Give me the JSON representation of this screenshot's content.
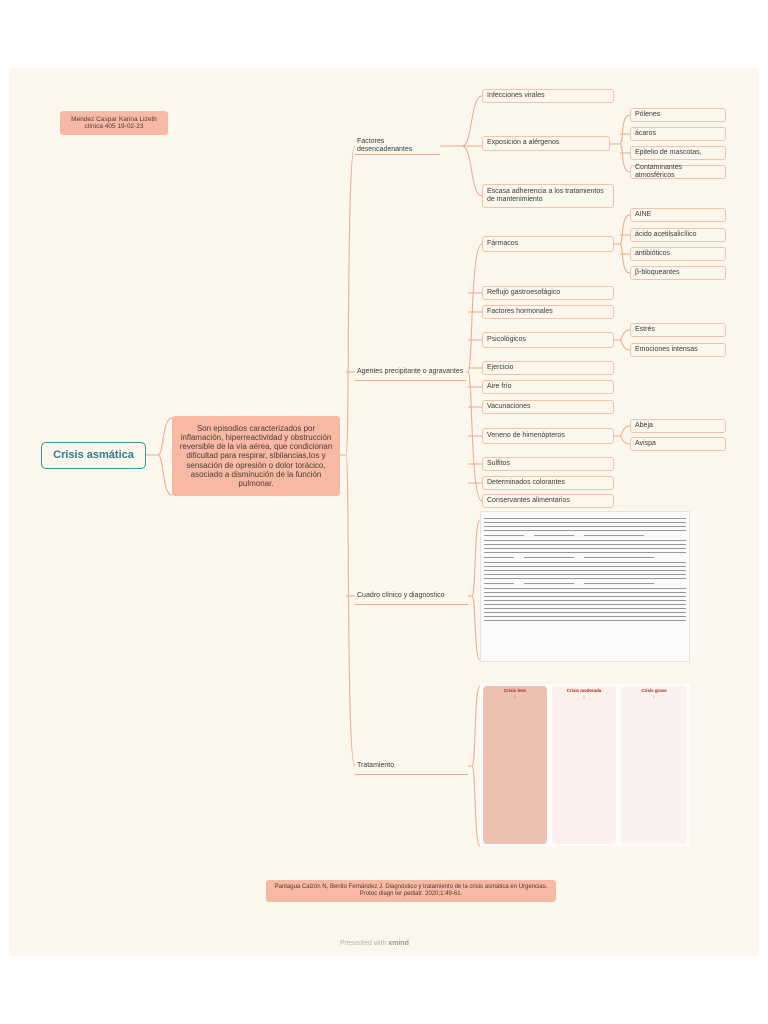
{
  "author": {
    "name": "Mendez Caspar Karina Lizeth",
    "clinic": "clínica 405 19-02-23"
  },
  "root": {
    "label": "Crisis asmática",
    "definition": "Son episodios caracterizados por inflamación, hiperreactividad y obstrucción reversible de la vía aérea, que condicionan dificultad para respirar, sibilancias,tos y sensación de opresión o dolor torácico, asociado a disminución de la función pulmonar."
  },
  "branches": {
    "factores": {
      "label": "Factores desencadenantes",
      "items": [
        "Infecciones virales",
        "Exposición a alérgenos",
        "Escasa adherencia a los tratamientos de mantenimiento"
      ],
      "alergenos": [
        "Pólenes",
        "ácaros",
        "Epitelio de mascotas,",
        "Contaminantes atmosféricos"
      ]
    },
    "agentes": {
      "label": "Agentes precipitante o agravantes",
      "farmacos": "Fármacos",
      "farmacos_items": [
        "AINE",
        "ácido acetilsalicílico",
        "antibióticos",
        "β-bloqueantes"
      ],
      "items_a": [
        "Reflujo gastroesofágico",
        "Factores hormonales"
      ],
      "psicologicos": "Psicológicos",
      "psicologicos_items": [
        "Estrés",
        "Emociones intensas"
      ],
      "items_b": [
        "Ejercicio",
        "Aire frío",
        "Vacunaciones"
      ],
      "veneno": "Veneno de himenópteros",
      "veneno_items": [
        "Abeja",
        "Avispa"
      ],
      "items_c": [
        "Sulfitos",
        "Determinados colorantes",
        "Conservantes alimentarios"
      ]
    },
    "cuadro": {
      "label": "Cuadro clínico y diagnostico"
    },
    "tratamiento": {
      "label": "Tratamiento"
    }
  },
  "flow": {
    "leve": "Crisis leve",
    "moderada": "Crisis moderada",
    "grave": "Crisis grave"
  },
  "reference": "Pantagua Calzón N, Benito Fernández J. Diagnóstico y tratamiento de la crisis asmática en Urgencias. Protoc diagn ter pediatr. 2020;1:49-61.",
  "footer": {
    "prefix": "Presented with ",
    "brand": "xmind"
  },
  "colors": {
    "accent": "#f7b9a3",
    "line": "#e9a98c",
    "root_text": "#2c7a8e",
    "root_border": "#3a8fa4",
    "background": "#fbf7ec"
  }
}
